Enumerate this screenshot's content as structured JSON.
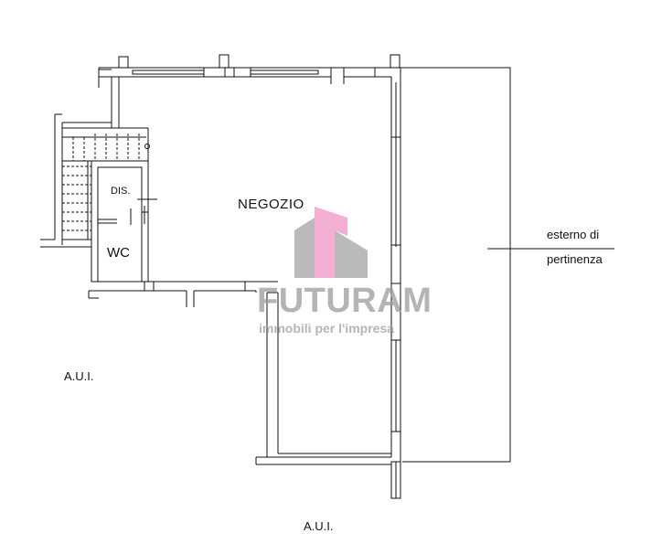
{
  "rooms": {
    "negozio": "NEGOZIO",
    "dis": "DIS.",
    "wc": "WC"
  },
  "surroundings": {
    "aui_left": "A.U.I.",
    "aui_bottom": "A.U.I.",
    "esterno_line1": "esterno di",
    "esterno_line2": "pertinenza"
  },
  "watermark": {
    "name": "FUTURAM",
    "tagline": "immobili per l'impresa"
  },
  "colors": {
    "walls": "#111111",
    "logo_grey": "#a3a3a3",
    "logo_pink": "#f2a7cf"
  }
}
